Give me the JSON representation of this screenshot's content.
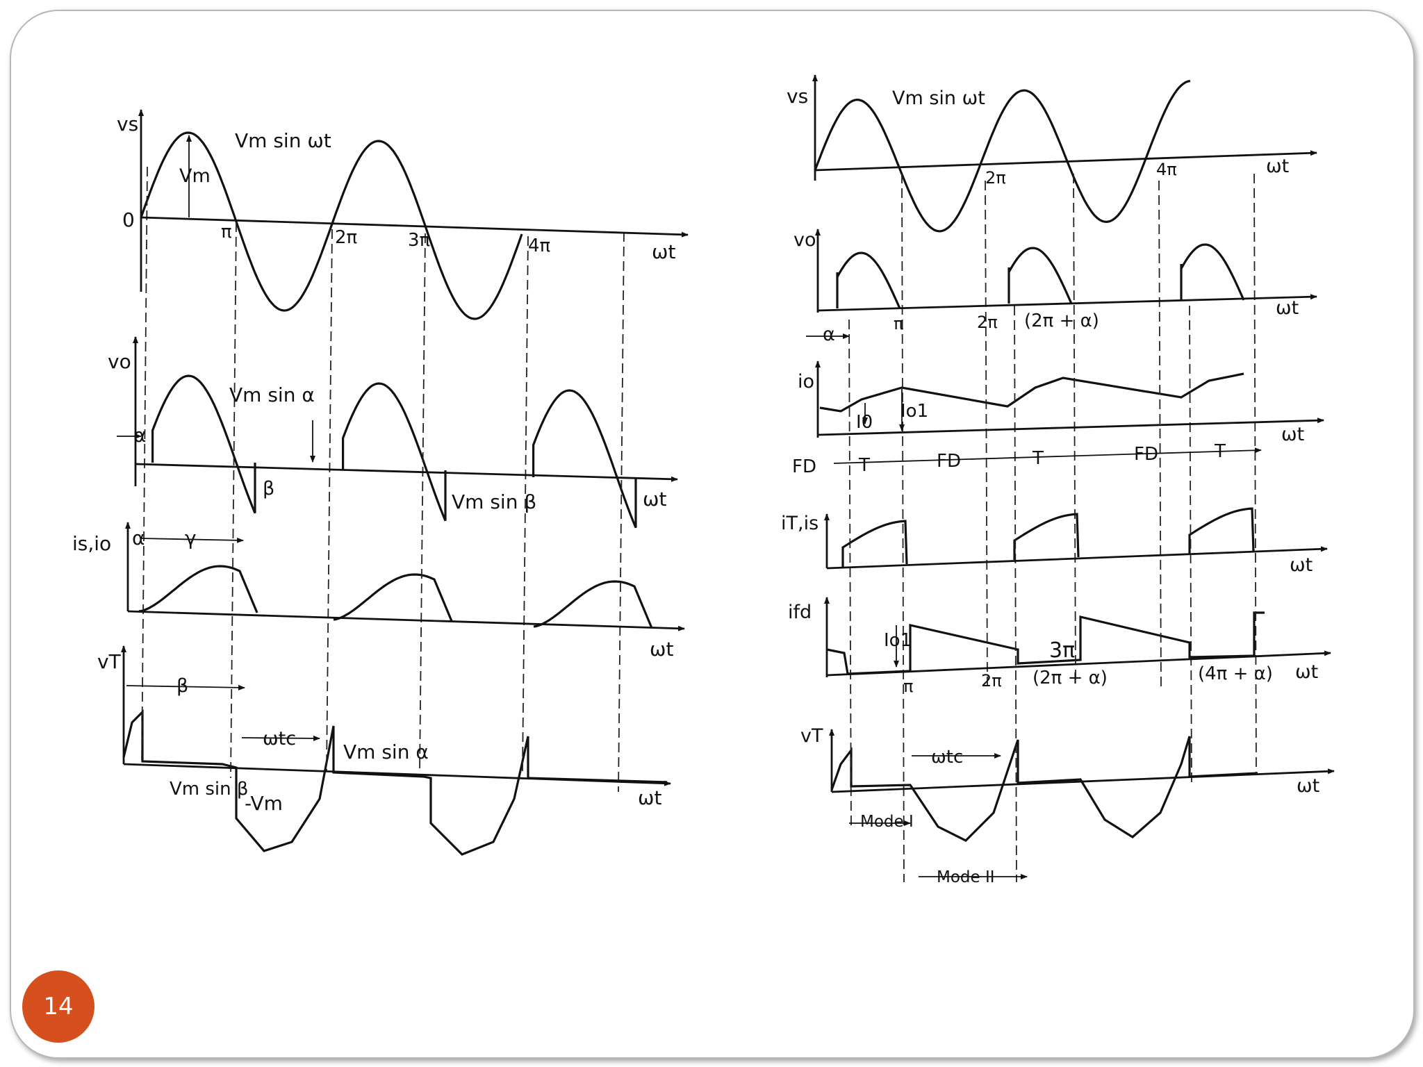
{
  "slide": {
    "page_number": "14",
    "accent_color": "#d64f1e"
  },
  "left": {
    "vs": {
      "label": "vs",
      "curve": "Vm sin ωt",
      "amp": "Vm",
      "origin": "0",
      "pi": "π",
      "two_pi": "2π",
      "three_pi": "3π",
      "four_pi": "4π",
      "axis": "ωt"
    },
    "vo": {
      "label": "vo",
      "alpha": "α",
      "vmsina": "Vm sin α",
      "beta": "β",
      "vmsinb": "Vm sin β",
      "axis": "ωt"
    },
    "io": {
      "label": "is,io",
      "alpha": "α",
      "gamma": "γ",
      "axis": "ωt"
    },
    "vt": {
      "label": "vT",
      "beta": "β",
      "wtc": "ωtc",
      "vmsina": "Vm sin α",
      "vmsinb": "Vm sin β",
      "negvm": "-Vm",
      "axis": "ωt"
    }
  },
  "right": {
    "vs": {
      "label": "vs",
      "curve": "Vm sin ωt",
      "two_pi": "2π",
      "four_pi": "4π",
      "axis": "ωt"
    },
    "vo": {
      "label": "vo",
      "alpha": "α",
      "pi": "π",
      "two_pi": "2π",
      "two_pi_alpha": "(2π + α)",
      "axis": "ωt"
    },
    "io": {
      "label": "io",
      "i0": "I0",
      "io1": "Io1",
      "axis": "ωt"
    },
    "modes": {
      "fd": "FD",
      "t": "T"
    },
    "it": {
      "label": "iT,is",
      "axis": "ωt"
    },
    "ifd": {
      "label": "ifd",
      "io1": "Io1",
      "three_pi": "3π",
      "pi": "π",
      "two_pi": "2π",
      "two_pi_alpha": "(2π + α)",
      "four_pi_alpha": "(4π + α)",
      "axis": "ωt"
    },
    "vt": {
      "label": "vT",
      "wtc": "ωtc",
      "mode1": "Mode I",
      "mode2": "Mode II",
      "axis": "ωt"
    }
  }
}
